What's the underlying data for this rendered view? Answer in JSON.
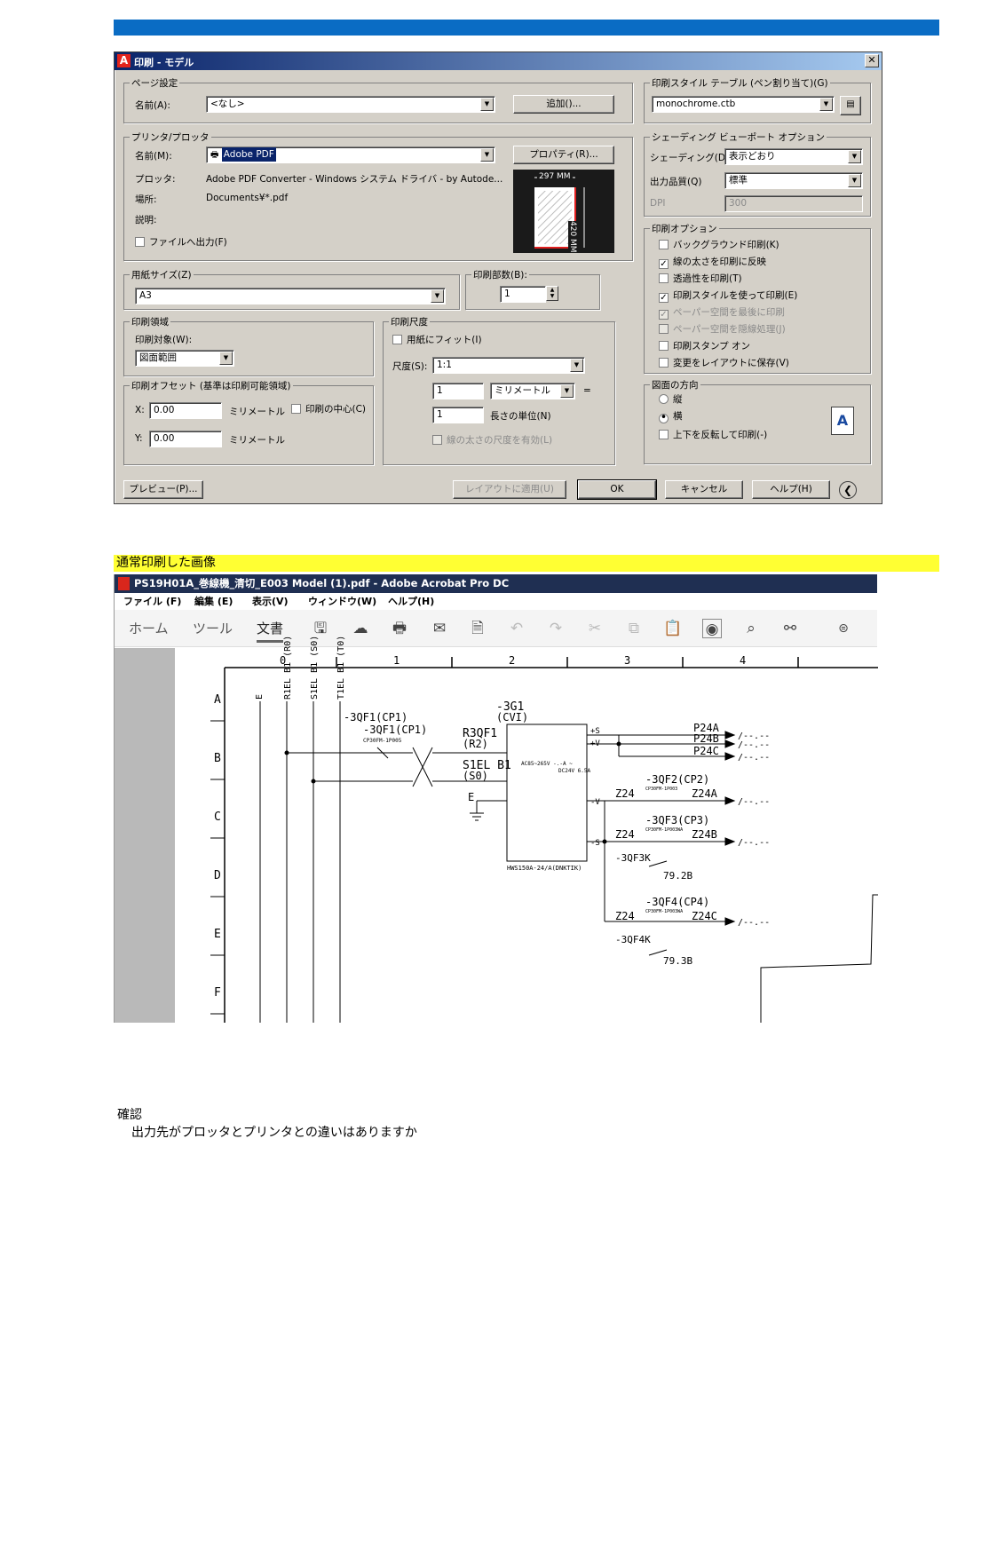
{
  "dialog": {
    "title": "印刷 - モデル",
    "page_setup": {
      "legend": "ページ設定",
      "name_label": "名前(A):",
      "name_value": "<なし>",
      "add_button": "追加()..."
    },
    "printer": {
      "legend": "プリンタ/プロッタ",
      "name_label": "名前(M):",
      "name_value": "Adobe PDF",
      "properties_button": "プロパティ(R)...",
      "plotter_label": "プロッタ:",
      "plotter_value": "Adobe PDF Converter - Windows システム ドライバ - by Autode...",
      "location_label": "場所:",
      "location_value": "Documents¥*.pdf",
      "description_label": "説明:",
      "plot_to_file": "ファイルへ出力(F)",
      "preview_width": "297 MM",
      "preview_height": "420 MM"
    },
    "paper_size": {
      "legend": "用紙サイズ(Z)",
      "value": "A3"
    },
    "copies": {
      "legend": "印刷部数(B):",
      "value": "1"
    },
    "plot_area": {
      "legend": "印刷領域",
      "what_label": "印刷対象(W):",
      "what_value": "図面範囲"
    },
    "plot_offset": {
      "legend": "印刷オフセット (基準は印刷可能領域)",
      "x_label": "X:",
      "x_value": "0.00",
      "x_unit": "ミリメートル",
      "center": "印刷の中心(C)",
      "y_label": "Y:",
      "y_value": "0.00",
      "y_unit": "ミリメートル"
    },
    "plot_scale": {
      "legend": "印刷尺度",
      "fit": "用紙にフィット(I)",
      "scale_label": "尺度(S):",
      "scale_value": "1:1",
      "value1": "1",
      "unit_value": "ミリメートル",
      "equals": "=",
      "value2": "1",
      "units_label": "長さの単位(N)",
      "scale_lineweights": "線の太さの尺度を有効(L)"
    },
    "style_table": {
      "legend": "印刷スタイル テーブル (ペン割り当て)(G)",
      "value": "monochrome.ctb"
    },
    "shaded_viewport": {
      "legend": "シェーディング ビューポート オプション",
      "shade_label": "シェーディング(D)",
      "shade_value": "表示どおり",
      "quality_label": "出力品質(Q)",
      "quality_value": "標準",
      "dpi_label": "DPI",
      "dpi_value": "300"
    },
    "plot_options": {
      "legend": "印刷オプション",
      "items": [
        {
          "label": "バックグラウンド印刷(K)",
          "mark": ""
        },
        {
          "label": "線の太さを印刷に反映",
          "mark": "✓"
        },
        {
          "label": "透過性を印刷(T)",
          "mark": ""
        },
        {
          "label": "印刷スタイルを使って印刷(E)",
          "mark": "✓"
        },
        {
          "label": "ペーパー空間を最後に印刷",
          "mark": "✓"
        },
        {
          "label": "ペーパー空間を隠線処理(J)",
          "mark": ""
        },
        {
          "label": "印刷スタンプ オン",
          "mark": ""
        },
        {
          "label": "変更をレイアウトに保存(V)",
          "mark": ""
        }
      ]
    },
    "orientation": {
      "legend": "図面の方向",
      "portrait": "縦",
      "landscape": "横",
      "upside_down": "上下を反転して印刷(-)",
      "icon_letter": "A"
    },
    "buttons": {
      "preview": "プレビュー(P)...",
      "apply_layout": "レイアウトに適用(U)",
      "ok": "OK",
      "cancel": "キャンセル",
      "help": "ヘルプ(H)"
    }
  },
  "caption": "通常印刷した画像",
  "acrobat": {
    "title": "PS19H01A_巻線機_清切_E003 Model (1).pdf - Adobe Acrobat Pro DC",
    "menu": [
      "ファイル (F)",
      "編集 (E)",
      "表示(V)",
      "ウィンドウ(W)",
      "ヘルプ(H)"
    ],
    "tabs": [
      "ホーム",
      "ツール",
      "文書"
    ],
    "drawing": {
      "col_numbers": [
        "0",
        "1",
        "2",
        "3",
        "4"
      ],
      "row_letters": [
        "A",
        "B",
        "C",
        "D",
        "E",
        "F"
      ],
      "bus_labels": [
        "E",
        "R1EL B1 (R0)",
        "S1EL B1 (S0)",
        "T1EL B1 (T0)"
      ],
      "qf1_top": "-3QF1(CP1)",
      "qf1": "-3QF1(CP1)",
      "qf1_model": "CP30FM-1P005",
      "r3qf1": "R3QF1",
      "r2": "(R2)",
      "s1elb1": "S1EL B1",
      "s0": "(S0)",
      "earth": "E",
      "g1": "-3G1",
      "cvi": "(CVI)",
      "g1_input": "AC85~265V\n-.-A ~",
      "g1_output": "DC24V 6.5A",
      "g1_model": "HWS150A-24/A(DNKTIK)",
      "plus_s": "+S",
      "plus_v": "+V",
      "minus_v": "-V",
      "minus_s": "-S",
      "p24a": "P24A",
      "p24b": "P24B",
      "p24c": "P24C",
      "qf2": "-3QF2(CP2)",
      "qf3": "-3QF3(CP3)",
      "qf4": "-3QF4(CP4)",
      "qf2_model": "CP30FM-1P003",
      "qf3_model": "CP30FM-1P003WA",
      "qf4_model": "CP30FM-1P003WA",
      "z24": "Z24",
      "z24a": "Z24A",
      "z24b": "Z24B",
      "z24c": "Z24C",
      "qf3k": "-3QF3K",
      "qf4k": "-3QF4K",
      "ref_79_2b": "79.2B",
      "ref_79_3b": "79.3B",
      "arrow_ref": "/--.--"
    }
  },
  "note": {
    "heading": "確認",
    "text": "出力先がプロッタとプリンタとの違いはありますか"
  }
}
